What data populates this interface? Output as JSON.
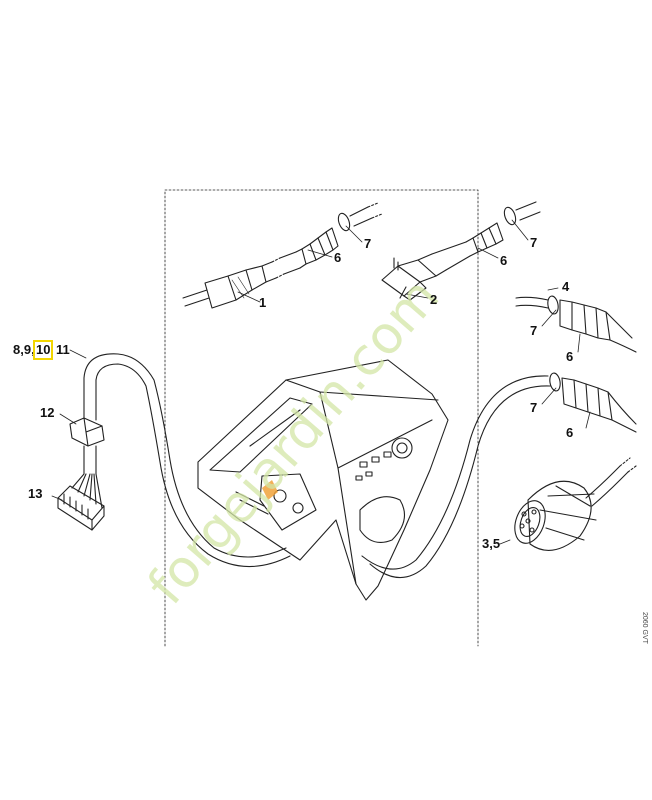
{
  "watermark": {
    "text": "forgejardin.com"
  },
  "side_code": "2060 GVT",
  "callouts": [
    {
      "id": "1",
      "text": "1"
    },
    {
      "id": "2",
      "text": "2"
    },
    {
      "id": "3_5",
      "text": "3,5"
    },
    {
      "id": "4",
      "text": "4"
    },
    {
      "id": "6a",
      "text": "6"
    },
    {
      "id": "6b",
      "text": "6"
    },
    {
      "id": "6c",
      "text": "6"
    },
    {
      "id": "6d",
      "text": "6"
    },
    {
      "id": "7a",
      "text": "7"
    },
    {
      "id": "7b",
      "text": "7"
    },
    {
      "id": "7c",
      "text": "7"
    },
    {
      "id": "7d",
      "text": "7"
    },
    {
      "id": "8_9",
      "text": "8,9,"
    },
    {
      "id": "10",
      "text": "10",
      "highlighted": true,
      "highlight_color": "#f2d600"
    },
    {
      "id": "11",
      "text": "11"
    },
    {
      "id": "12",
      "text": "12"
    },
    {
      "id": "13",
      "text": "13"
    }
  ]
}
